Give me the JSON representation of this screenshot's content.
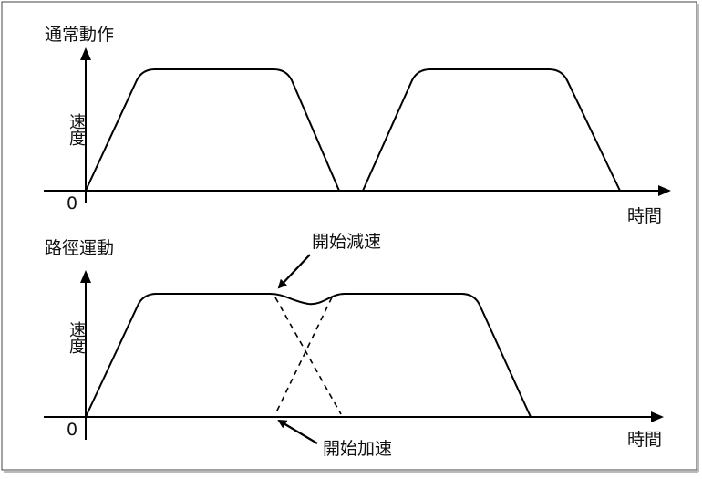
{
  "top_panel": {
    "title": "通常動作",
    "y_label": "速度",
    "origin": "0",
    "x_label": "時間"
  },
  "bottom_panel": {
    "title": "路徑運動",
    "y_label": "速度",
    "origin": "0",
    "x_label": "時間",
    "annotation_decel": "開始減速",
    "annotation_accel": "開始加速"
  }
}
